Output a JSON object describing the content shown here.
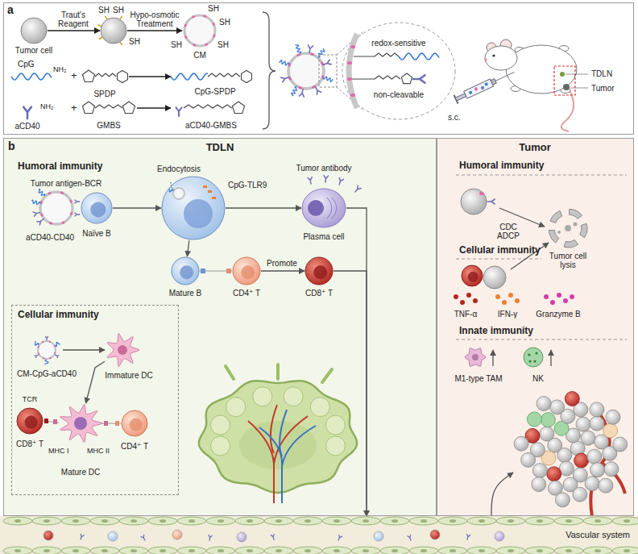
{
  "diagram": {
    "nodes": [
      {
        "text": [
          "a"
        ]
      },
      {
        "text": [
          "Tumor cell"
        ],
        "in": 0
      },
      {
        "text": [
          "SH",
          "SH",
          "SH"
        ],
        "in": 0
      },
      {
        "text": [
          "SH",
          "SH",
          "SH",
          "SH",
          "CM"
        ],
        "in": 0
      },
      {
        "text": [
          "CpG",
          "NH₂"
        ],
        "in": 0
      },
      {
        "text": [
          "SPDP"
        ],
        "in": 0
      },
      {
        "text": [
          "CpG-SPDP"
        ],
        "in": 0
      },
      {
        "text": [
          "aCD40",
          "NH₂"
        ],
        "in": 0
      },
      {
        "text": [
          "GMBS"
        ],
        "in": 0
      },
      {
        "text": [
          "aCD40-GMBS"
        ],
        "in": 0
      },
      {
        "text": [
          "redox-sensitive",
          "non-cleavable"
        ],
        "in": 0
      },
      {
        "text": [
          "s.c.",
          "TDLN",
          "Tumor"
        ],
        "in": 0
      },
      {
        "text": [
          "b",
          "TDLN"
        ]
      },
      {
        "text": [
          "Tumor"
        ]
      },
      {
        "text": [
          "Naïve B"
        ],
        "in": 12
      },
      {
        "text": [
          "Endocytosis",
          "CpG-TLR9"
        ],
        "in": 12
      },
      {
        "text": [
          "Tumor antibody",
          "Plasma cell"
        ],
        "in": 12
      },
      {
        "text": [
          "Mature B"
        ],
        "in": 12
      },
      {
        "text": [
          "CD4⁺ T"
        ],
        "in": 12
      },
      {
        "text": [
          "CD8⁺ T"
        ],
        "in": 12
      },
      {
        "text": [
          "Cellular immunity"
        ],
        "in": 12
      },
      {
        "text": [
          "CM-CpG-aCD40"
        ],
        "in": 20
      },
      {
        "text": [
          "Immature DC"
        ],
        "in": 20
      },
      {
        "text": [
          "Mature DC",
          "MHC I",
          "MHC II"
        ],
        "in": 20
      },
      {
        "text": [
          "CD8⁺ T",
          "TCR"
        ],
        "in": 20
      },
      {
        "text": [
          "CD4⁺ T"
        ],
        "in": 20
      },
      {
        "text": [
          "Tumor cell lysis"
        ],
        "in": 13
      },
      {
        "text": [
          "Vascular system"
        ]
      }
    ],
    "edges": [
      {
        "from": 1,
        "to": 2,
        "label": "Traut's Reagent",
        "arrow": "to"
      },
      {
        "from": 2,
        "to": 3,
        "label": "Hypo-osmotic Treatment",
        "arrow": "to"
      },
      {
        "from": 5,
        "to": 6,
        "arrow": "to"
      },
      {
        "from": 8,
        "to": 9,
        "arrow": "to"
      },
      {
        "from": 14,
        "to": 15,
        "arrow": "to"
      },
      {
        "from": 15,
        "to": 16,
        "arrow": "to"
      },
      {
        "from": 15,
        "to": 17,
        "arrow": "to"
      },
      {
        "from": 18,
        "to": 19,
        "label": "Promote",
        "arrow": "to"
      },
      {
        "from": 21,
        "to": 22,
        "arrow": "to"
      },
      {
        "from": 22,
        "to": 23,
        "arrow": "to"
      },
      {
        "from": 16,
        "to": 27,
        "arrow": "to"
      },
      {
        "from": 19,
        "to": 27,
        "arrow": "to"
      },
      {
        "from": 27,
        "to": 13,
        "arrow": "to"
      }
    ],
    "labels": [
      "+",
      "+",
      "Humoral immunity",
      "Tumor antigen-BCR",
      "aCD40-CD40",
      "Humoral immunity",
      "CDC ADCP",
      "Cellular immunity",
      "TNF-α",
      "IFN-γ",
      "Granzyme B",
      "Innate immunity",
      "M1-type TAM",
      "NK"
    ]
  }
}
